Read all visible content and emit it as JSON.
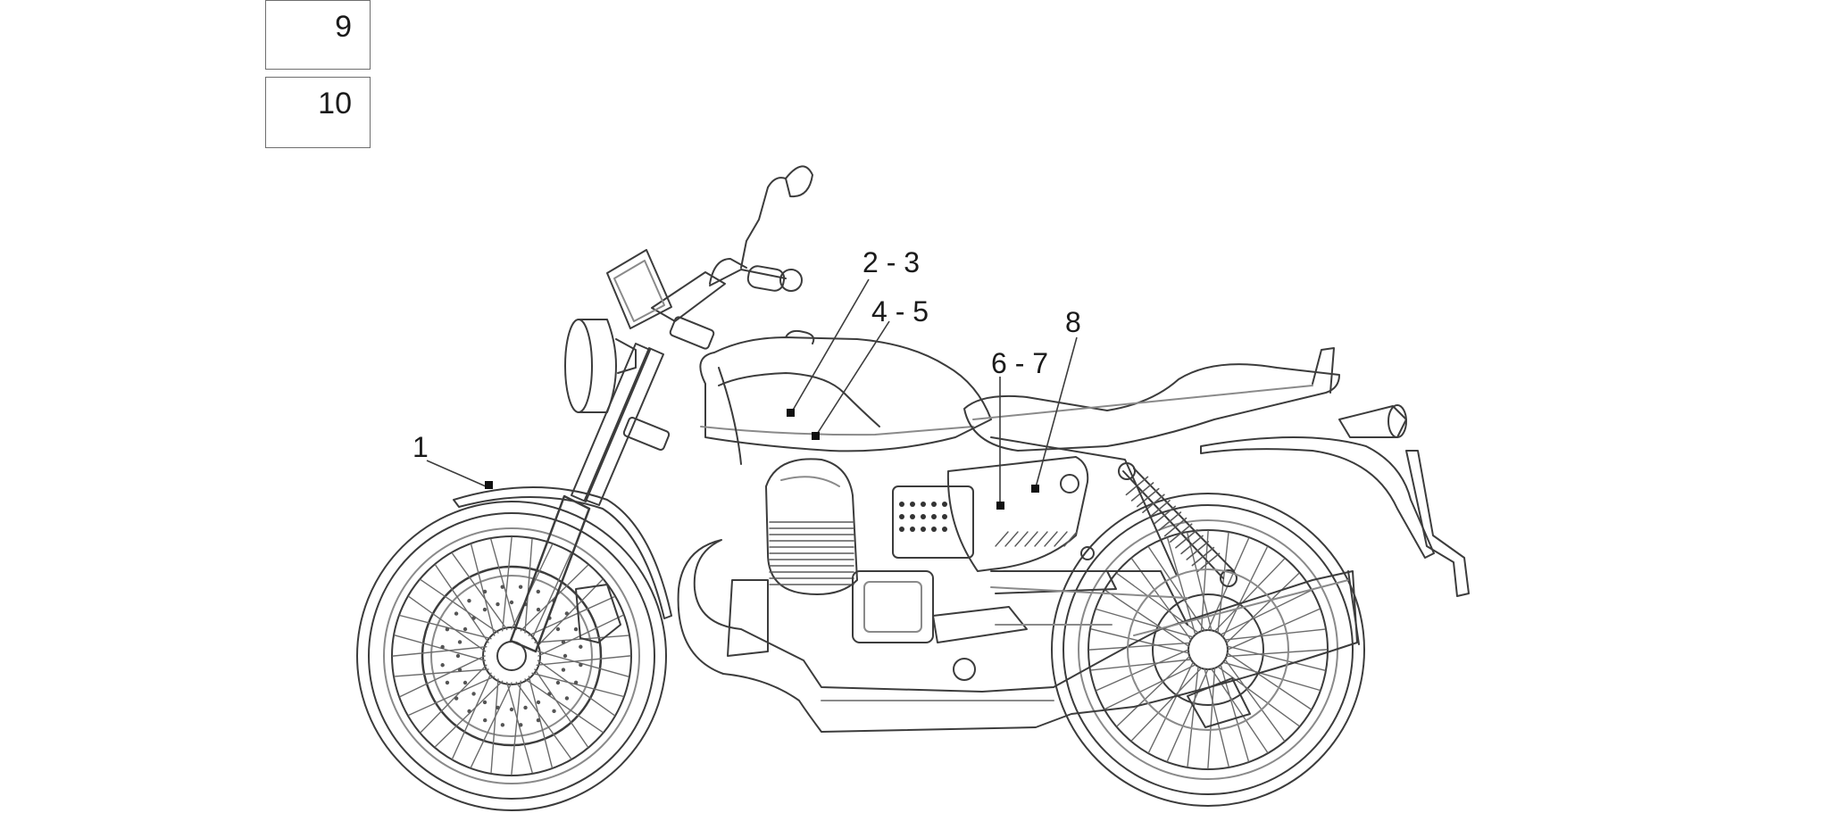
{
  "part_boxes": [
    {
      "number": "9"
    },
    {
      "number": "10"
    }
  ],
  "callouts": [
    {
      "label": "1"
    },
    {
      "label": "2 - 3"
    },
    {
      "label": "4 - 5"
    },
    {
      "label": "6 - 7"
    },
    {
      "label": "8"
    }
  ],
  "colors": {
    "line": "#3c3c3c",
    "light_line": "#8a8a8a",
    "marker": "#111111",
    "background": "#ffffff"
  },
  "illustration": {
    "subject": "motorcycle-side-view"
  }
}
